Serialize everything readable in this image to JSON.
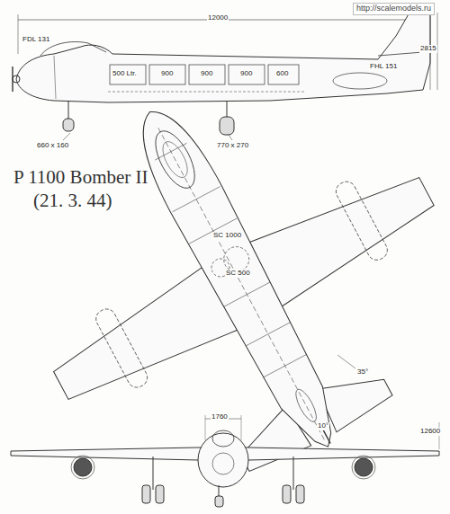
{
  "diagram": {
    "title": "P 1100 Bomber II",
    "caption": "(21. 3. 44)",
    "labels": [
      "http://scalemodels.ru",
      "12000",
      "FDL 131",
      "FHL 151",
      "500 Ltr.",
      "900",
      "900",
      "900",
      "600",
      "2815",
      "660 x 160",
      "770 x 270",
      "SC 1000",
      "SC 500",
      "1760",
      "12600",
      "35°",
      "10°"
    ]
  }
}
